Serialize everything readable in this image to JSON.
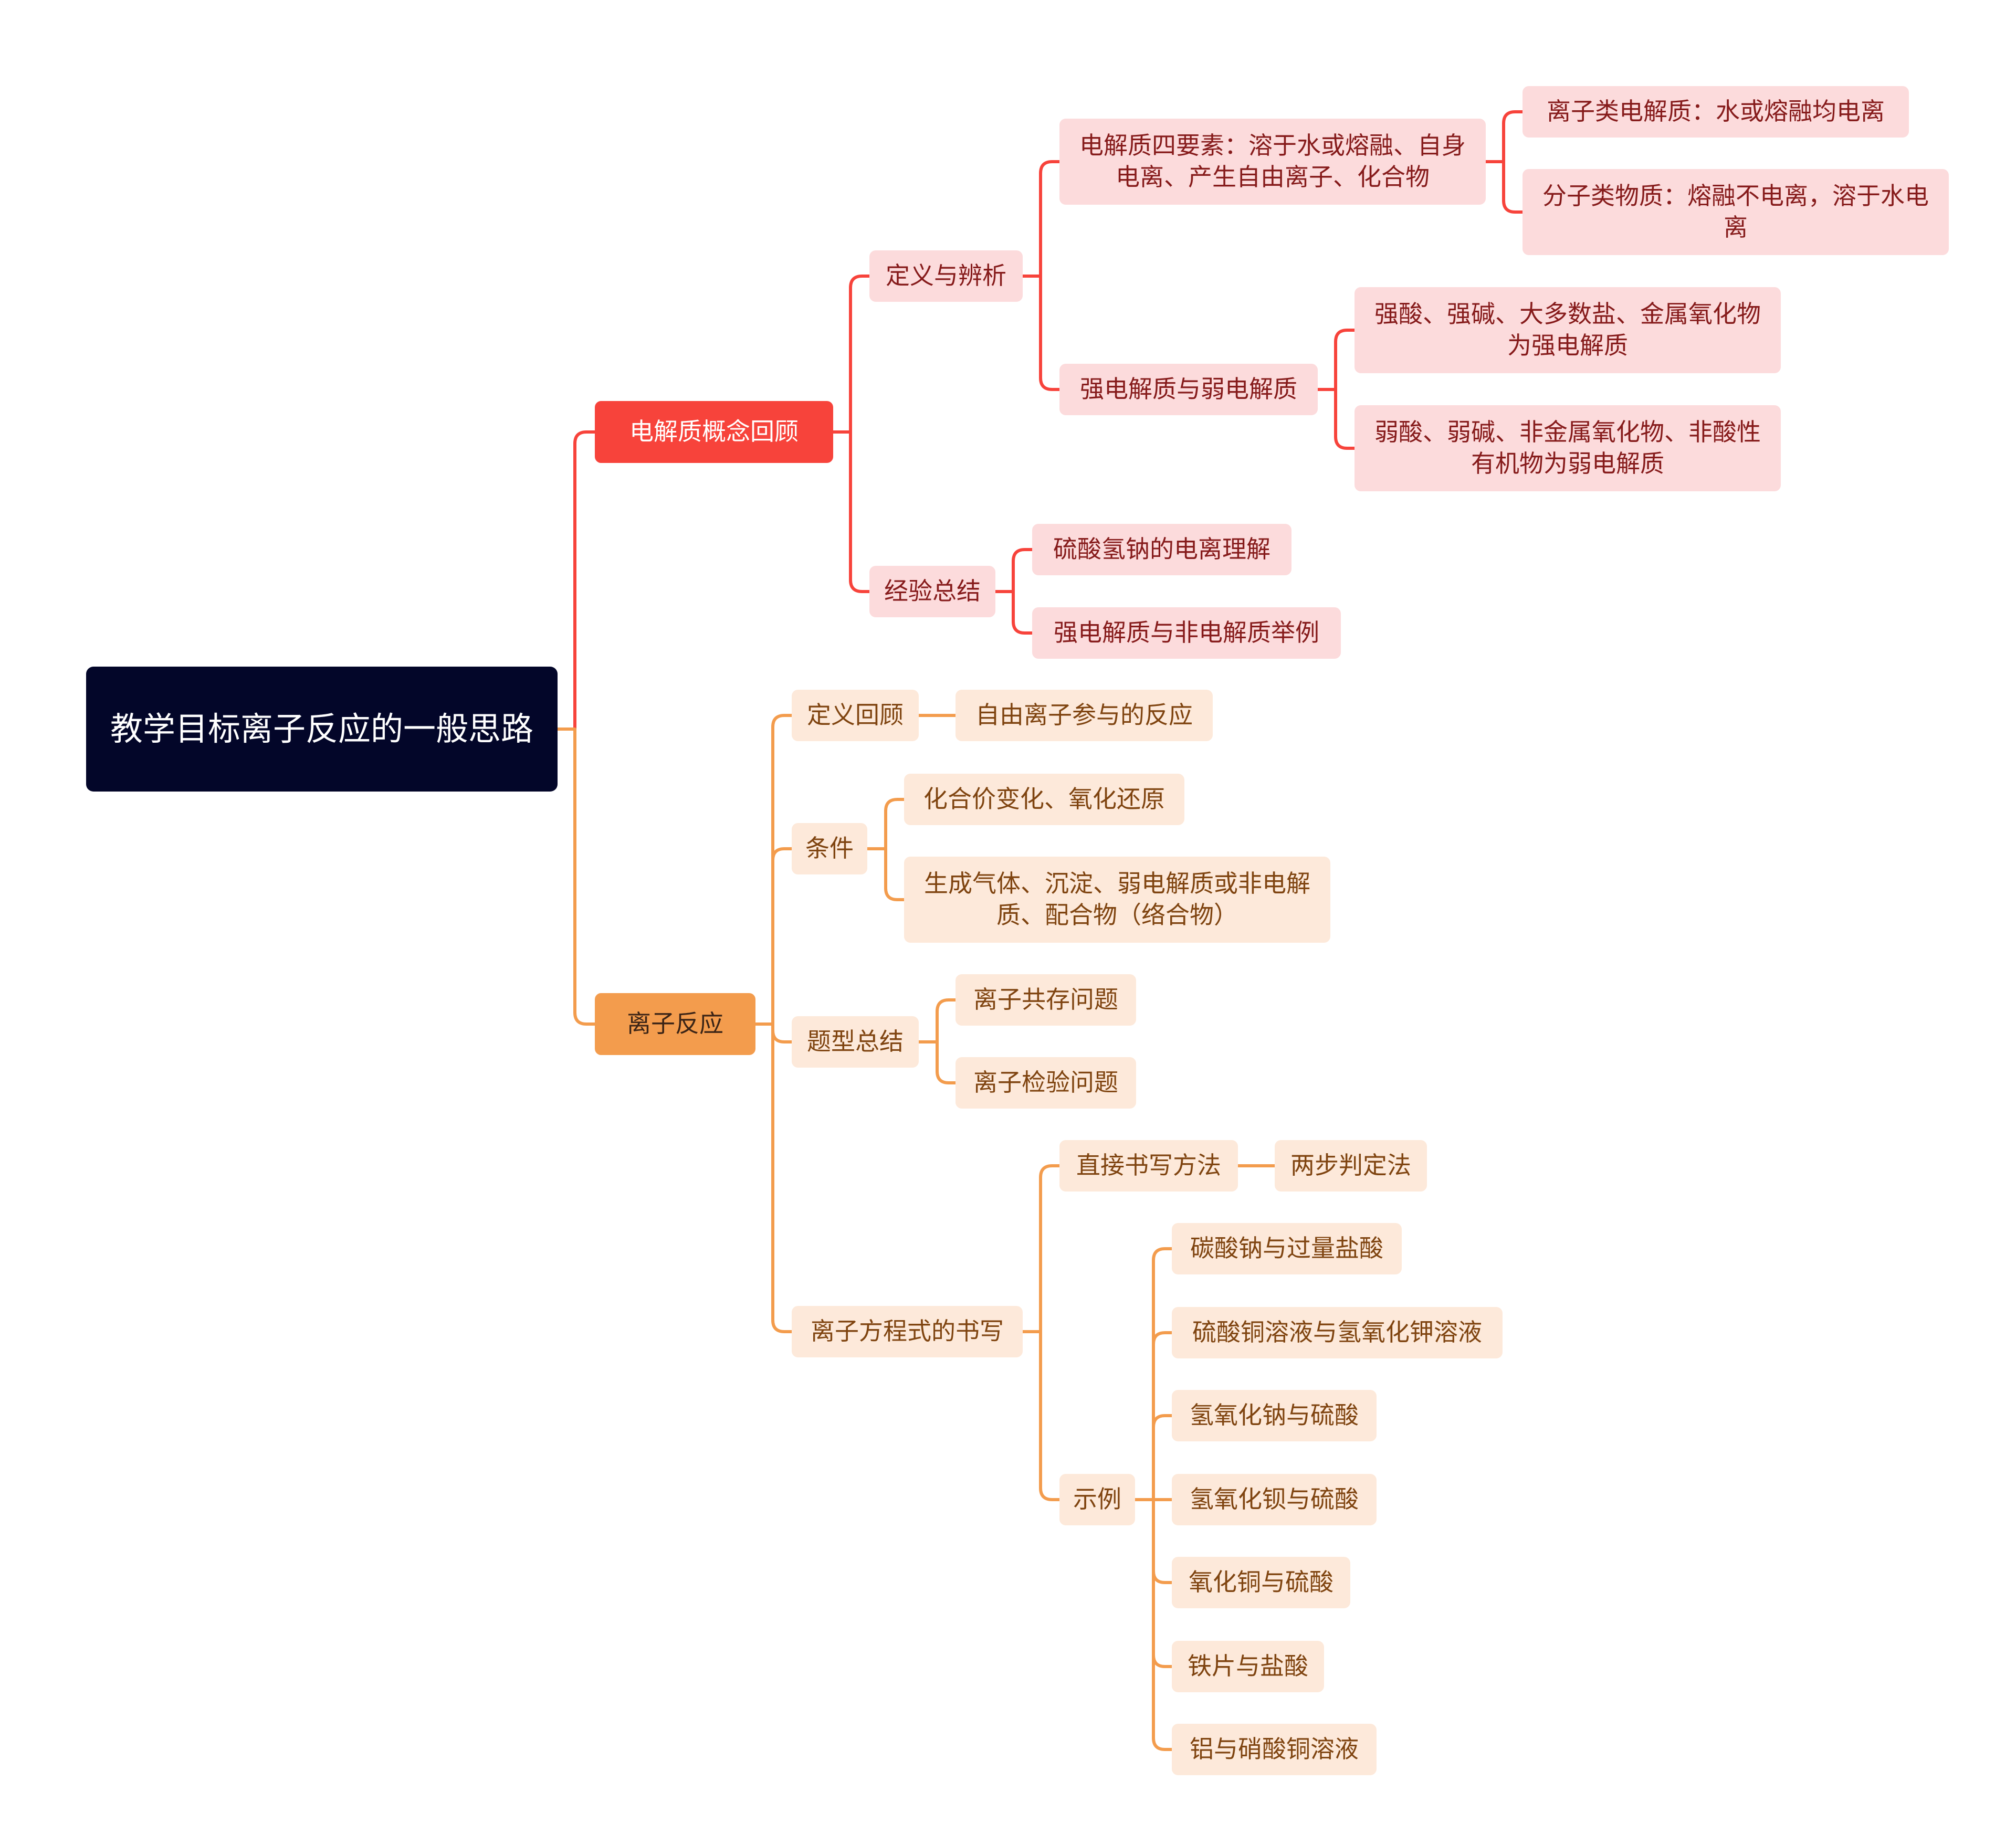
{
  "root": {
    "label": "教学目标离子反应的一般思路"
  },
  "colors": {
    "root_bg": "#030629",
    "red_branch": "#f7433b",
    "red_sub_bg": "#fcdbdc",
    "orange_branch": "#f39c4d",
    "orange_sub_bg": "#fde9da"
  },
  "branches": [
    {
      "label": "电解质概念回顾",
      "children": [
        {
          "label": "定义与辨析",
          "children": [
            {
              "label": "电解质四要素：溶于水或熔融、自身电离、产生自由离子、化合物",
              "children": [
                {
                  "label": "离子类电解质：水或熔融均电离"
                },
                {
                  "label": "分子类物质：熔融不电离，溶于水电离"
                }
              ]
            },
            {
              "label": "强电解质与弱电解质",
              "children": [
                {
                  "label": "强酸、强碱、大多数盐、金属氧化物为强电解质"
                },
                {
                  "label": "弱酸、弱碱、非金属氧化物、非酸性有机物为弱电解质"
                }
              ]
            }
          ]
        },
        {
          "label": "经验总结",
          "children": [
            {
              "label": "硫酸氢钠的电离理解"
            },
            {
              "label": "强电解质与非电解质举例"
            }
          ]
        }
      ]
    },
    {
      "label": "离子反应",
      "children": [
        {
          "label": "定义回顾",
          "children": [
            {
              "label": "自由离子参与的反应"
            }
          ]
        },
        {
          "label": "条件",
          "children": [
            {
              "label": "化合价变化、氧化还原"
            },
            {
              "label": "生成气体、沉淀、弱电解质或非电解质、配合物（络合物）"
            }
          ]
        },
        {
          "label": "题型总结",
          "children": [
            {
              "label": "离子共存问题"
            },
            {
              "label": "离子检验问题"
            }
          ]
        },
        {
          "label": "离子方程式的书写",
          "children": [
            {
              "label": "直接书写方法",
              "children": [
                {
                  "label": "两步判定法"
                }
              ]
            },
            {
              "label": "示例",
              "children": [
                {
                  "label": "碳酸钠与过量盐酸"
                },
                {
                  "label": "硫酸铜溶液与氢氧化钾溶液"
                },
                {
                  "label": "氢氧化钠与硫酸"
                },
                {
                  "label": "氢氧化钡与硫酸"
                },
                {
                  "label": "氧化铜与硫酸"
                },
                {
                  "label": "铁片与盐酸"
                },
                {
                  "label": "铝与硝酸铜溶液"
                }
              ]
            }
          ]
        }
      ]
    }
  ]
}
